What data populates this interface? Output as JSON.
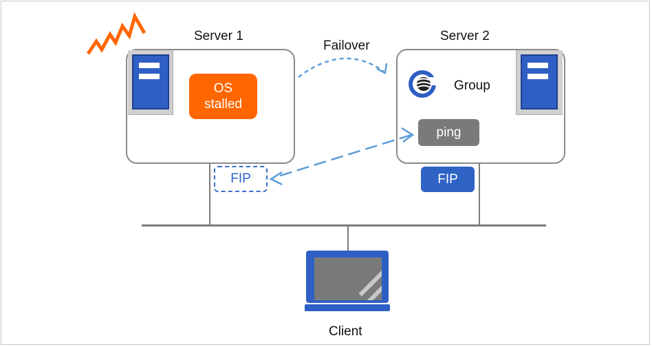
{
  "server1": {
    "title": "Server 1",
    "status_line1": "OS",
    "status_line2": "stalled",
    "fip": "FIP"
  },
  "server2": {
    "title": "Server 2",
    "group": "Group",
    "ping": "ping",
    "fip": "FIP"
  },
  "failover_label": "Failover",
  "client_label": "Client",
  "colors": {
    "orange": "#ff6600",
    "blue": "#2f63c6",
    "dark_blue": "#1f3fa0",
    "grey_box": "#7a7a7a",
    "border": "#8a8a8a",
    "dash_blue": "#5b9bd5",
    "fip_dashed": "#3a6bc8"
  },
  "icons": [
    "burst-icon",
    "server-tower-icon",
    "group-logo-icon",
    "laptop-icon"
  ]
}
